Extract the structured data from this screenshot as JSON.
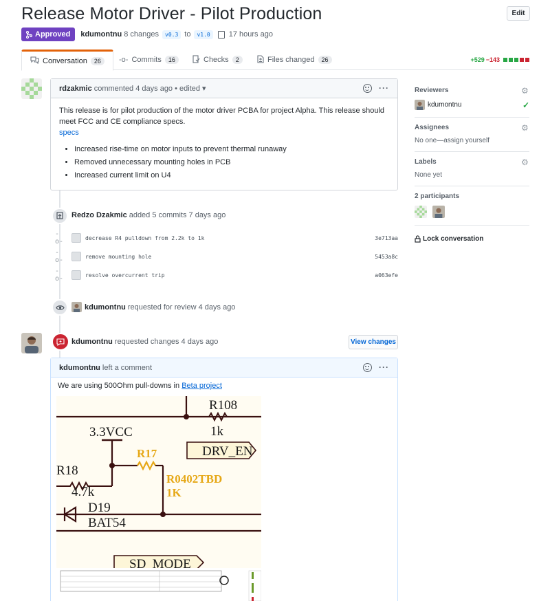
{
  "header": {
    "title": "Release Motor Driver - Pilot Production",
    "edit_label": "Edit",
    "status": "Approved",
    "author": "kdumontnu",
    "changes": "8 changes",
    "from_branch": "v0.3",
    "to_word": "to",
    "to_branch": "v1.0",
    "time": "17 hours ago"
  },
  "tabs": [
    {
      "label": "Conversation",
      "count": "26"
    },
    {
      "label": "Commits",
      "count": "16"
    },
    {
      "label": "Checks",
      "count": "2"
    },
    {
      "label": "Files changed",
      "count": "26"
    }
  ],
  "diffstat": {
    "additions": "+529",
    "deletions": "−143"
  },
  "first_comment": {
    "author": "rdzakmic",
    "action": "commented 4 days ago",
    "edited": "• edited ▾",
    "body": "This release is for pilot production of the motor driver PCBA for project Alpha. This release should meet FCC and CE compliance specs.",
    "link": "specs",
    "bullets": [
      "Increased rise-time on motor inputs to prevent thermal runaway",
      "Removed unnecessary mounting holes in PCB",
      "Increased current limit on U4"
    ]
  },
  "commits_event": {
    "author": "Redzo Dzakmic",
    "text": "added 5 commits 7 days ago",
    "commits": [
      {
        "message": "decrease R4 pulldown from 2.2k to 1k",
        "sha": "3e713aa"
      },
      {
        "message": "remove mounting hole",
        "sha": "5453a8c"
      },
      {
        "message": "resolve overcurrent trip",
        "sha": "a063efe"
      }
    ]
  },
  "review_request": {
    "author": "kdumontnu",
    "text": "requested for review 4 days ago"
  },
  "changes_request": {
    "author": "kdumontnu",
    "text": "requested changes 4 days ago",
    "button": "View changes"
  },
  "second_comment": {
    "author": "kdumontnu",
    "action": "left a comment",
    "body": "We are using 500Ohm pull-downs in",
    "link": "Beta project"
  },
  "schematic": {
    "r108": "R108",
    "r108_val": "1k",
    "vcc": "3.3VCC",
    "r17": "R17",
    "drv": "DRV_EN",
    "r18": "R18",
    "r18_val": "4.7k",
    "pkg": "R0402TBD",
    "pkg_val": "1K",
    "d19": "D19",
    "d19_val": "BAT54",
    "sd": "SD_MODE"
  },
  "sidebar": {
    "reviewers_label": "Reviewers",
    "reviewer": "kdumontnu",
    "assignees_label": "Assignees",
    "assignees_value": "No one—assign yourself",
    "labels_label": "Labels",
    "labels_value": "None yet",
    "participants_label": "2 participants",
    "lock_label": "Lock conversation"
  },
  "colors": {
    "approved": "#6f42c1",
    "link": "#0366d6",
    "schematic_highlight": "#e6a817",
    "changes_badge": "#cb2431"
  }
}
